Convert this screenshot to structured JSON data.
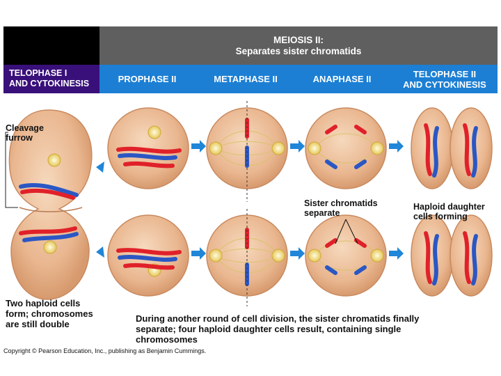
{
  "header": {
    "title": "MEIOSIS II:",
    "subtitle": "Separates sister chromatids"
  },
  "phases": {
    "telophase1_line1": "TELOPHASE I",
    "telophase1_line2": "AND CYTOKINESIS",
    "prophase2": "PROPHASE II",
    "metaphase2": "METAPHASE II",
    "anaphase2": "ANAPHASE II",
    "telophase2_line1": "TELOPHASE II",
    "telophase2_line2": "AND CYTOKINESIS"
  },
  "labels": {
    "cleavage_line1": "Cleavage",
    "cleavage_line2": "furrow",
    "sister_line1": "Sister chromatids",
    "sister_line2": "separate",
    "haploid_line1": "Haploid daughter",
    "haploid_line2": "cells forming",
    "two_haploid_line1": "Two haploid cells",
    "two_haploid_line2": "form; chromosomes",
    "two_haploid_line3": "are still double"
  },
  "caption": {
    "line1": "During another round of cell division, the sister chromatids finally",
    "line2": "separate; four haploid daughter cells result, containing single",
    "line3": "chromosomes"
  },
  "copyright": "Copyright © Pearson Education, Inc., publishing as Benjamin Cummings.",
  "colors": {
    "cell_fill": "#e8b48c",
    "cell_edge": "#c88a5f",
    "red_chromosome": "#e0212a",
    "blue_chromosome": "#2b57c4",
    "arrow": "#1f86d8",
    "spindle": "#d9c36a",
    "header_dark": "#5f5f5f",
    "telophase1_band": "#39107a",
    "meiosis2_band": "#1c7fd4"
  }
}
